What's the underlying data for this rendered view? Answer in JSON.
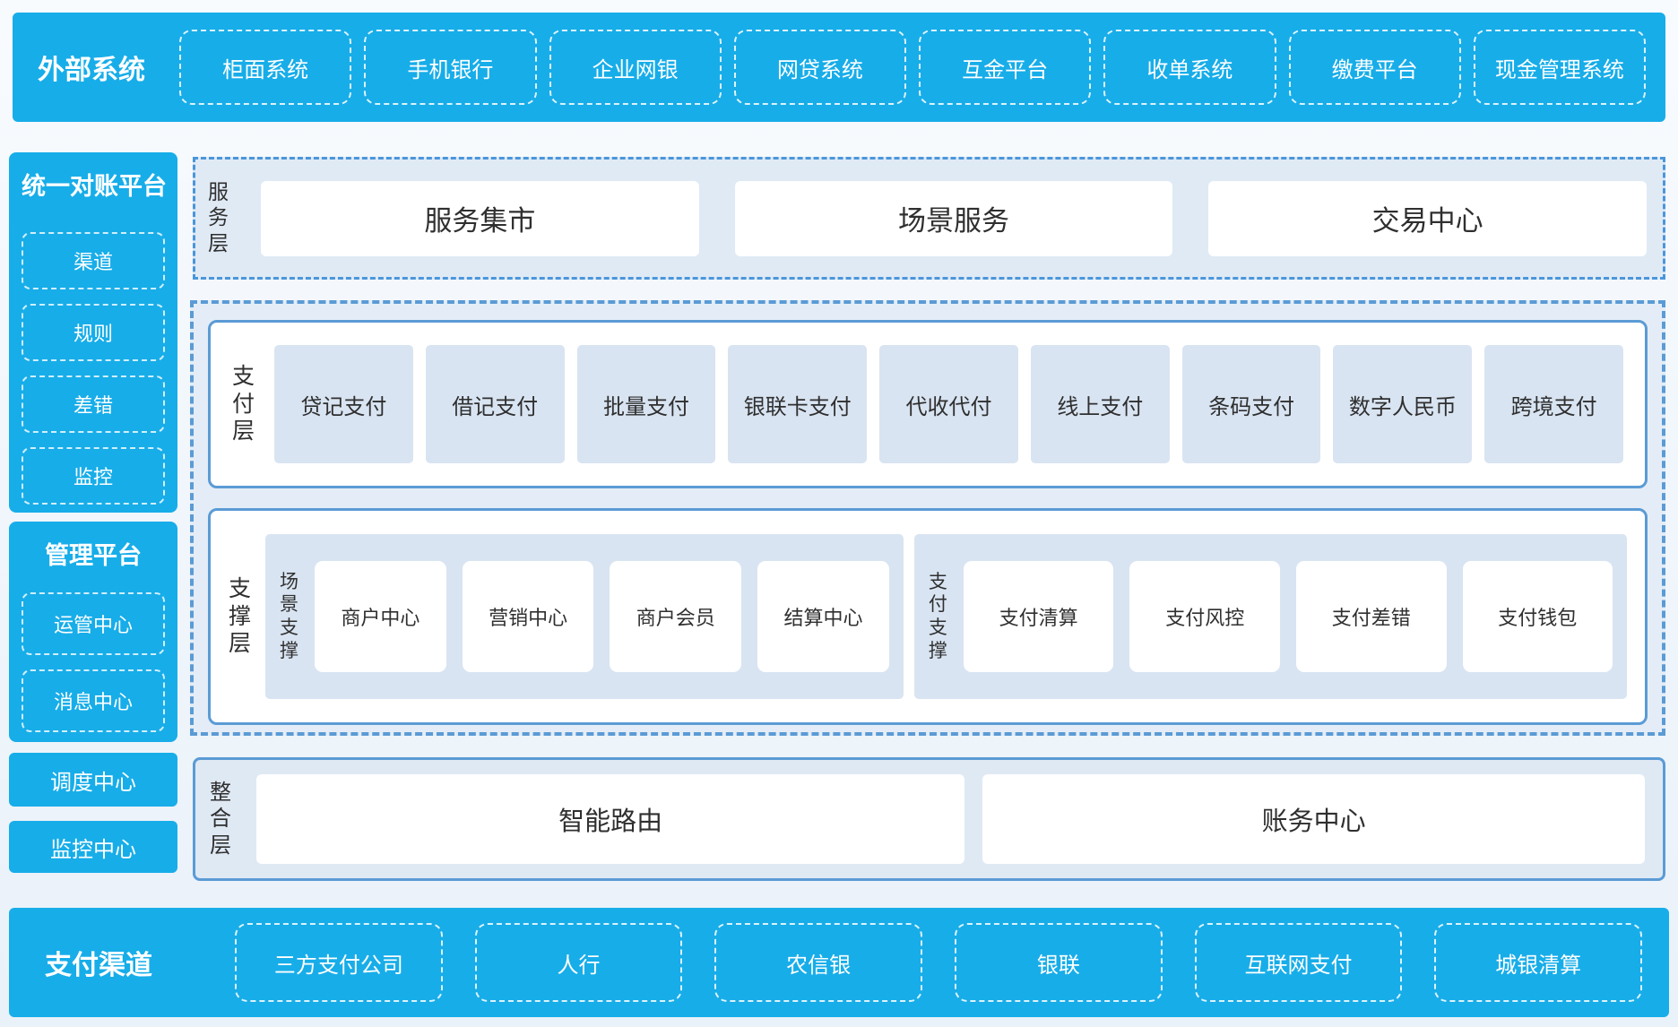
{
  "colors": {
    "accent_blue": "#17ade9",
    "panel_border": "#5b9bd5",
    "dash_border": "#4a96db",
    "panel_light_bg": "#e0eaf5",
    "inner_box_bg": "#d9e4f2",
    "text_dark": "#2f2f2f",
    "text_light": "#ffffff"
  },
  "top_band": {
    "title": "外部系统",
    "items": [
      "柜面系统",
      "手机银行",
      "企业网银",
      "网贷系统",
      "互金平台",
      "收单系统",
      "缴费平台",
      "现金管理系统"
    ]
  },
  "sidebar": {
    "reconciliation": {
      "title": "统一对账平台",
      "items": [
        "渠道",
        "规则",
        "差错",
        "监控"
      ]
    },
    "management": {
      "title": "管理平台",
      "items": [
        "运管中心",
        "消息中心"
      ]
    },
    "dispatch_center": "调度中心",
    "monitor_center": "监控中心"
  },
  "service_layer": {
    "label": "服务层",
    "items": [
      "服务集市",
      "场景服务",
      "交易中心"
    ]
  },
  "payment_layer": {
    "label": "支付层",
    "items": [
      "贷记支付",
      "借记支付",
      "批量支付",
      "银联卡支付",
      "代收代付",
      "线上支付",
      "条码支付",
      "数字人民币",
      "跨境支付"
    ]
  },
  "support_layer": {
    "label": "支撑层",
    "groups": [
      {
        "label": "场景支撑",
        "items": [
          "商户中心",
          "营销中心",
          "商户会员",
          "结算中心"
        ]
      },
      {
        "label": "支付支撑",
        "items": [
          "支付清算",
          "支付风控",
          "支付差错",
          "支付钱包"
        ]
      }
    ]
  },
  "integration_layer": {
    "label": "整合层",
    "items": [
      "智能路由",
      "账务中心"
    ]
  },
  "bottom_band": {
    "title": "支付渠道",
    "items": [
      "三方支付公司",
      "人行",
      "农信银",
      "银联",
      "互联网支付",
      "城银清算"
    ]
  }
}
